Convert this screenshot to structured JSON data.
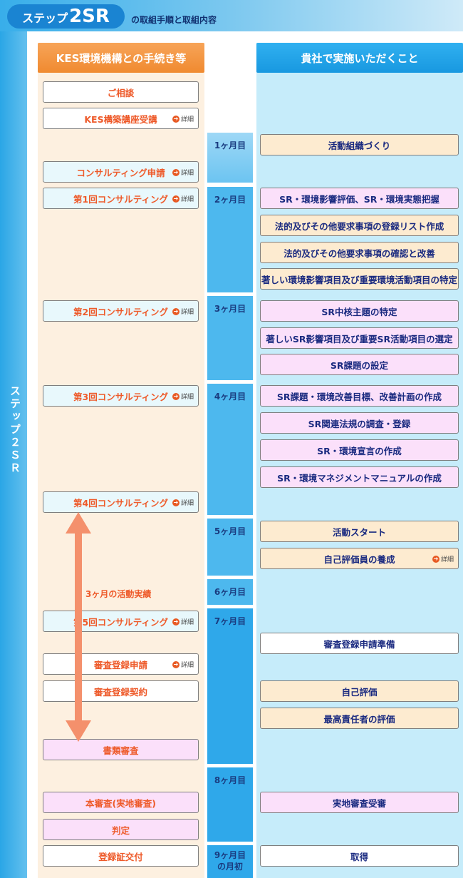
{
  "header": {
    "step_prefix": "ステップ",
    "step_name": "2SR",
    "subtitle": "の取組手順と取組内容"
  },
  "side_label": "ステップ２ＳＲ",
  "columns": {
    "left": "KES環境機構との手続き等",
    "right": "貴社で実施いただくこと"
  },
  "detail_label": "詳細",
  "months": [
    "1ヶ月目",
    "2ヶ月目",
    "3ヶ月目",
    "4ヶ月目",
    "5ヶ月目",
    "6ヶ月目",
    "7ヶ月目",
    "8ヶ月目",
    "9ヶ月目",
    "の月初"
  ],
  "left_items": [
    "ご相談",
    "KES構築講座受講",
    "コンサルティング申請",
    "第1回コンサルティング",
    "第2回コンサルティング",
    "第3回コンサルティング",
    "第4回コンサルティング",
    "第5回コンサルティング",
    "審査登録申請",
    "審査登録契約",
    "書類審査",
    "本審査(実地審査)",
    "判定",
    "登録証交付"
  ],
  "right_items": [
    "活動組織づくり",
    "SR・環境影響評価、SR・環境実態把握",
    "法的及びその他要求事項の登録リスト作成",
    "法的及びその他要求事項の確認と改善",
    "著しい環境影響項目及び重要環境活動項目の特定",
    "SR中核主題の特定",
    "著しいSR影響項目及び重要SR活動項目の選定",
    "SR課題の設定",
    "SR課題・環境改善目標、改善計画の作成",
    "SR関連法規の調査・登録",
    "SR・環境宣言の作成",
    "SR・環境マネジメントマニュアルの作成",
    "活動スタート",
    "自己評価員の養成",
    "審査登録申請準備",
    "自己評価",
    "最高責任者の評価",
    "実地審査受審",
    "取得"
  ],
  "arrow_label": "3ヶ月の活動実績"
}
